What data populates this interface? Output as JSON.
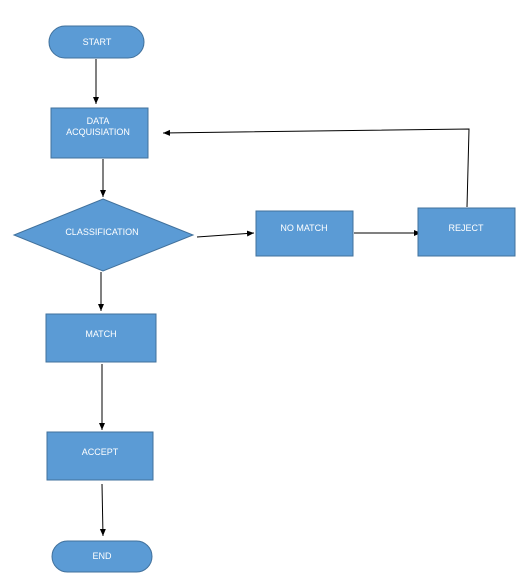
{
  "colors": {
    "node_fill": "#5b9bd5",
    "node_stroke": "#41719c",
    "text": "#ffffff",
    "edge": "#000000"
  },
  "nodes": {
    "start": {
      "label": "START",
      "shape": "terminator"
    },
    "data_acquisition": {
      "line1": "DATA",
      "line2": "ACQUISIATION",
      "shape": "process"
    },
    "classification": {
      "label": "CLASSIFICATION",
      "shape": "decision"
    },
    "no_match": {
      "label": "NO MATCH",
      "shape": "process"
    },
    "reject": {
      "label": "REJECT",
      "shape": "process"
    },
    "match": {
      "label": "MATCH",
      "shape": "process"
    },
    "accept": {
      "label": "ACCEPT",
      "shape": "process"
    },
    "end": {
      "label": "END",
      "shape": "terminator"
    }
  },
  "edges": [
    {
      "from": "start",
      "to": "data_acquisition"
    },
    {
      "from": "data_acquisition",
      "to": "classification"
    },
    {
      "from": "classification",
      "to": "no_match"
    },
    {
      "from": "no_match",
      "to": "reject"
    },
    {
      "from": "reject",
      "to": "data_acquisition"
    },
    {
      "from": "classification",
      "to": "match"
    },
    {
      "from": "match",
      "to": "accept"
    },
    {
      "from": "accept",
      "to": "end"
    }
  ]
}
